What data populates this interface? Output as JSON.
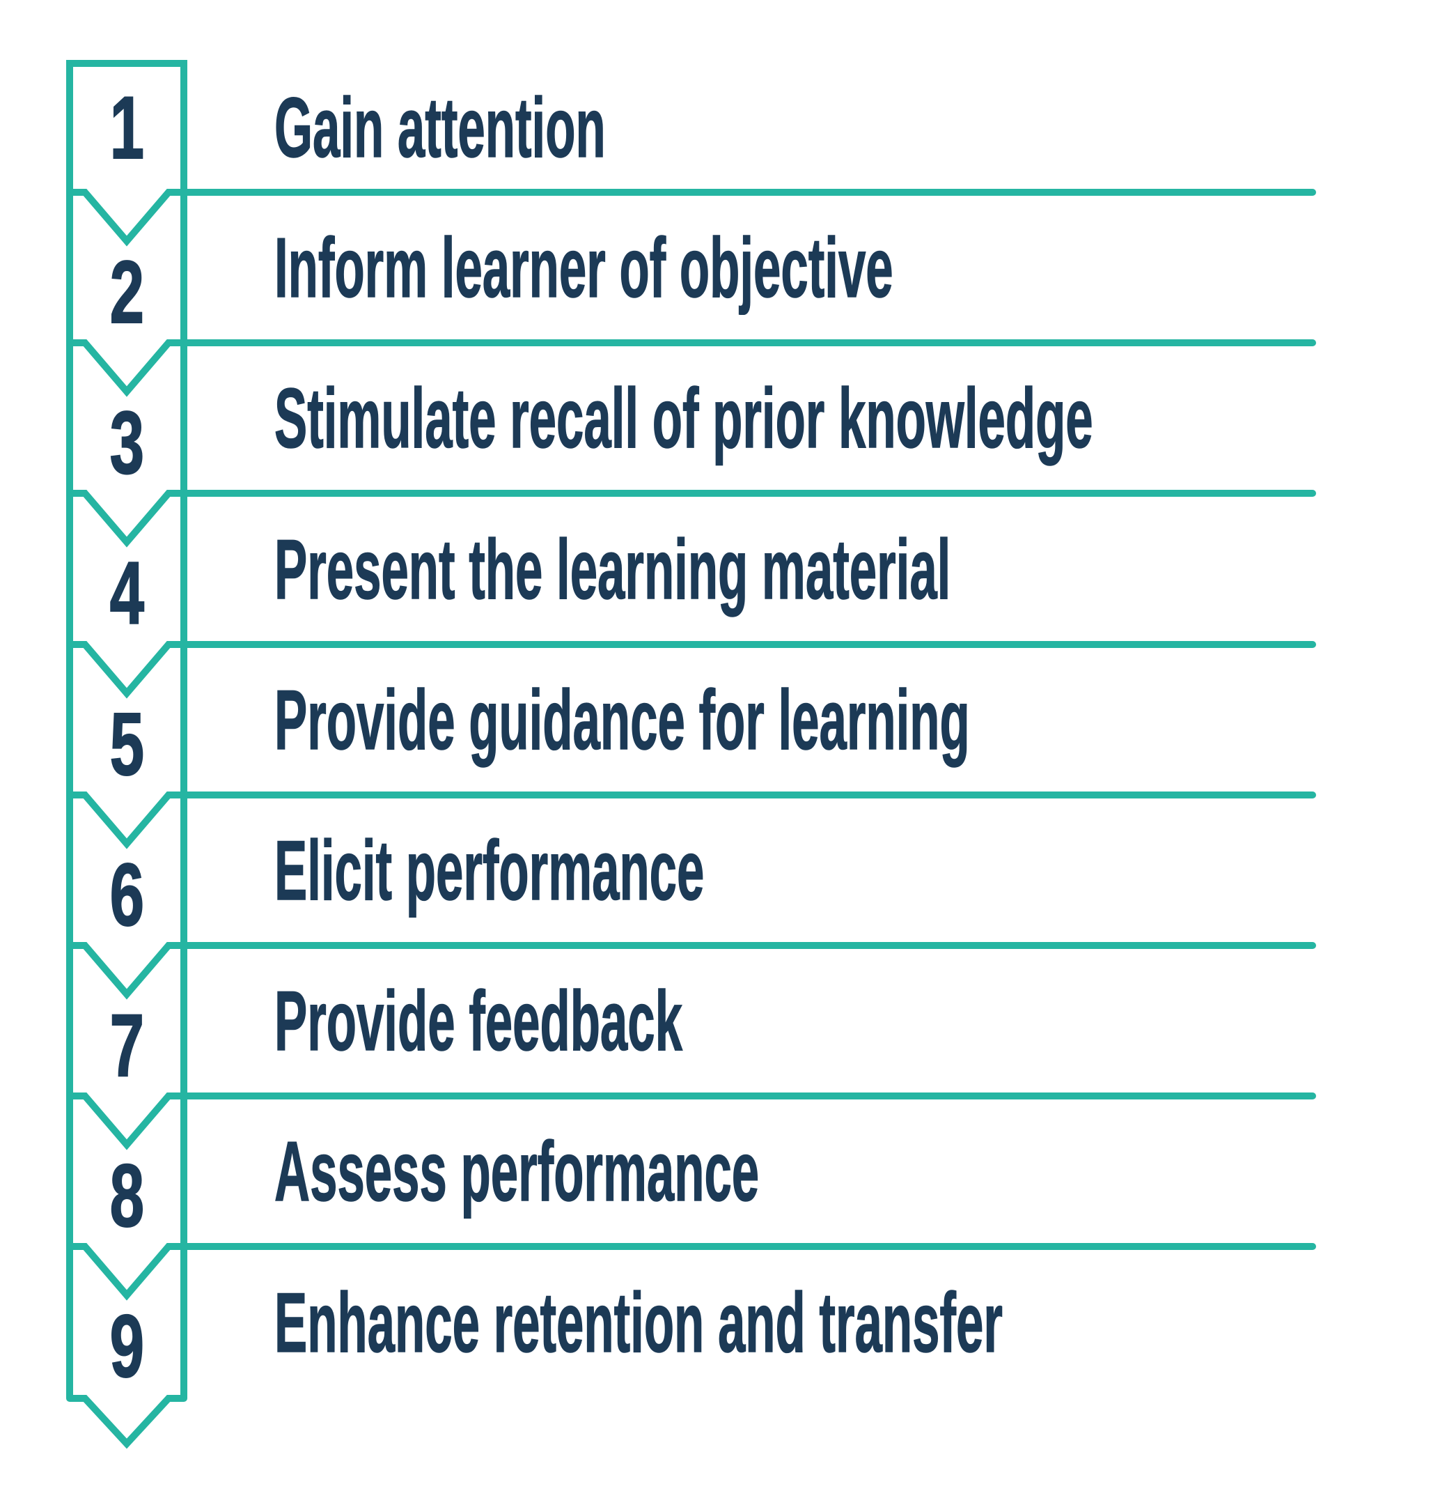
{
  "diagram": {
    "type": "numbered-step-chevron-list",
    "colors": {
      "accent_teal": "#25b5a2",
      "text_navy": "#1c3a56",
      "background": "#ffffff"
    },
    "steps": [
      {
        "number": "1",
        "label": "Gain attention"
      },
      {
        "number": "2",
        "label": "Inform learner of objective"
      },
      {
        "number": "3",
        "label": "Stimulate recall of prior knowledge"
      },
      {
        "number": "4",
        "label": "Present the learning material"
      },
      {
        "number": "5",
        "label": "Provide guidance for learning"
      },
      {
        "number": "6",
        "label": "Elicit performance"
      },
      {
        "number": "7",
        "label": "Provide feedback"
      },
      {
        "number": "8",
        "label": "Assess performance"
      },
      {
        "number": "9",
        "label": "Enhance retention and transfer"
      }
    ]
  }
}
